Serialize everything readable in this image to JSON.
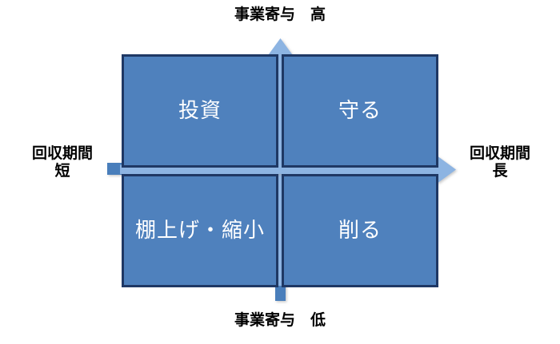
{
  "diagram": {
    "type": "2x2-matrix",
    "title_visible": false,
    "axes": {
      "vertical": {
        "name": "vertical-axis",
        "metric": "事業寄与",
        "top_label": "事業寄与　高",
        "bottom_label": "事業寄与　低",
        "top_value": "高",
        "bottom_value": "低",
        "arrow_direction": "up",
        "arrow_color": "#8DB4E2",
        "tail_color": "#4A7EBB"
      },
      "horizontal": {
        "name": "horizontal-axis",
        "metric": "回収期間",
        "left_label_line1": "回収期間",
        "left_label_line2": "短",
        "right_label_line1": "回収期間",
        "right_label_line2": "長",
        "arrow_direction": "right",
        "arrow_color": "#8DB4E2",
        "tail_color": "#4A7EBB"
      }
    },
    "quadrants": [
      {
        "id": "top-left",
        "label": "投資",
        "vertical_position": "高",
        "horizontal_position": "短"
      },
      {
        "id": "top-right",
        "label": "守る",
        "vertical_position": "高",
        "horizontal_position": "長"
      },
      {
        "id": "bottom-left",
        "label": "棚上げ・縮小",
        "vertical_position": "低",
        "horizontal_position": "短"
      },
      {
        "id": "bottom-right",
        "label": "削る",
        "vertical_position": "低",
        "horizontal_position": "長"
      }
    ],
    "colors": {
      "box_fill": "#4F81BD",
      "box_border": "#1F3864",
      "box_text": "#FFFFFF",
      "caption_text": "#000000",
      "background": "#FFFFFF",
      "arrow_light": "#8DB4E2",
      "arrow_dark": "#4A7EBB"
    }
  }
}
